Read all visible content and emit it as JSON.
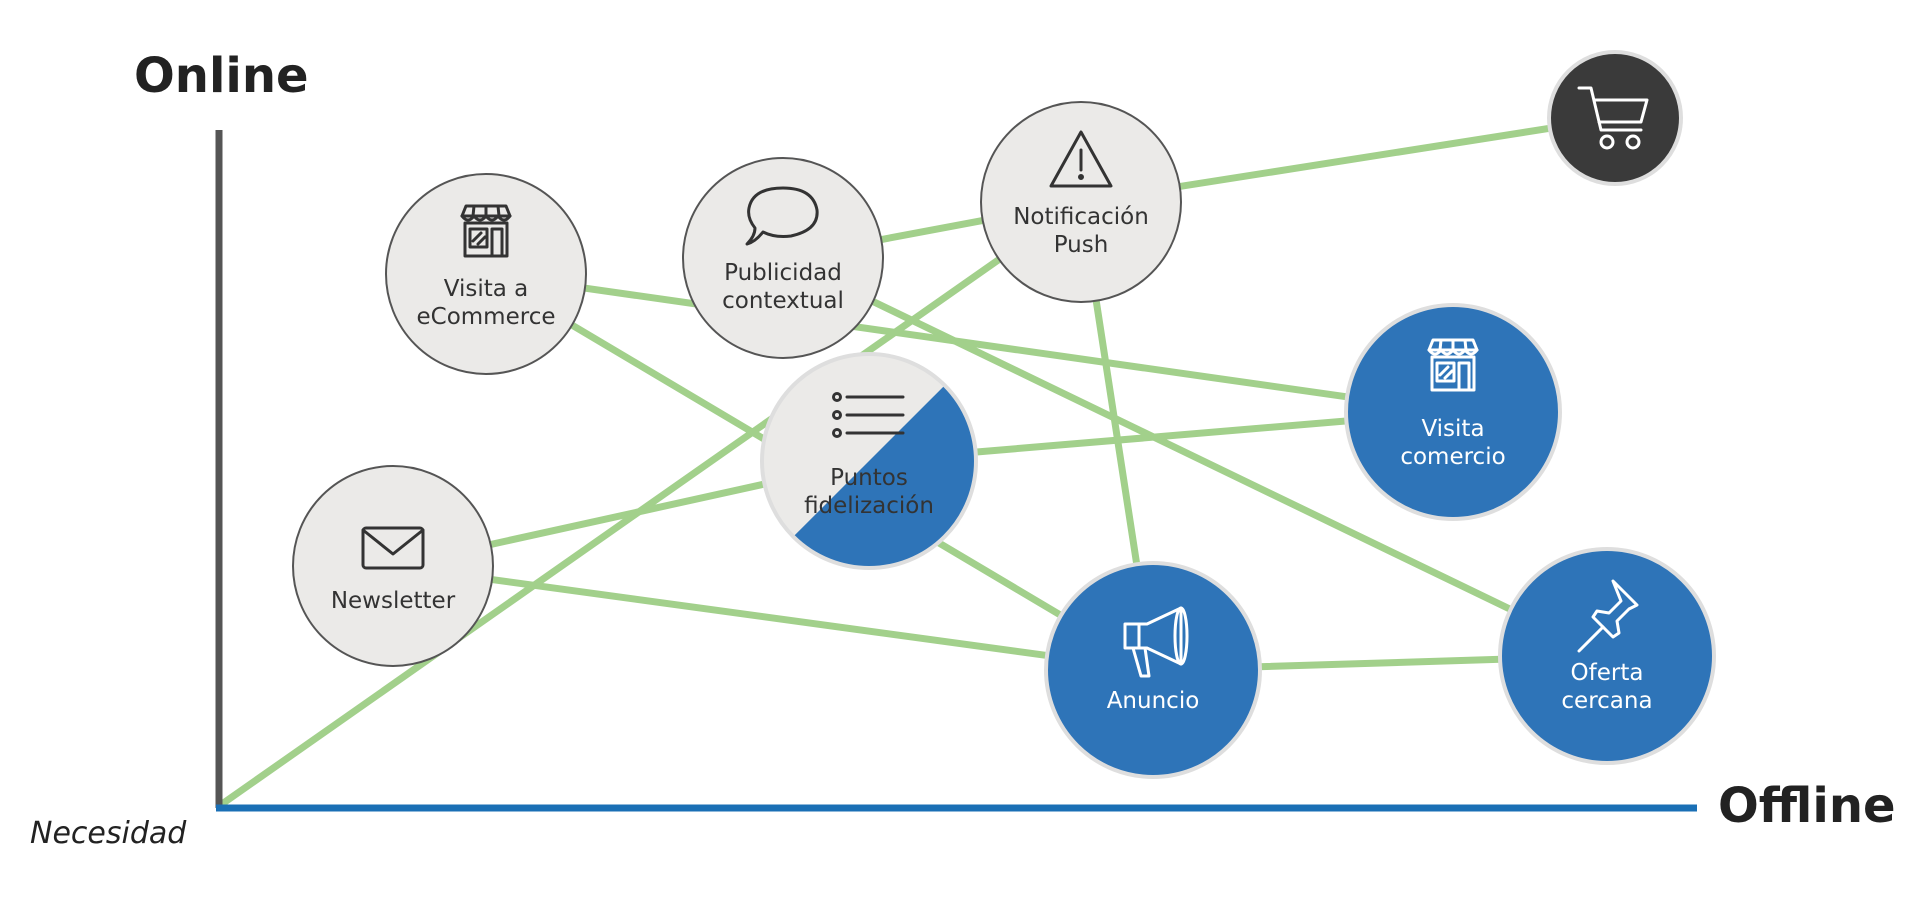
{
  "labels": {
    "y_axis": "Online",
    "x_axis": "Offline",
    "origin": "Necesidad"
  },
  "colors": {
    "grey_node_fill": "#ebeae8",
    "grey_node_stroke": "#555555",
    "blue_node_fill": "#2e74b8",
    "blue_node_stroke": "#dedede",
    "dark_node_fill": "#3a3a3a",
    "connector": "#a2d08b",
    "y_axis_line": "#555555",
    "x_axis_line": "#1a6fb5"
  },
  "nodes": [
    {
      "id": "visita-ecommerce",
      "lines": [
        "Visita a",
        "eCommerce"
      ],
      "icon": "storefront-icon",
      "style": "grey"
    },
    {
      "id": "publicidad-contextual",
      "lines": [
        "Publicidad",
        "contextual"
      ],
      "icon": "speech-bubble-icon",
      "style": "grey"
    },
    {
      "id": "notificacion-push",
      "lines": [
        "Notificación",
        "Push"
      ],
      "icon": "warning-icon",
      "style": "grey"
    },
    {
      "id": "carrito",
      "lines": [],
      "icon": "shopping-cart-icon",
      "style": "dark"
    },
    {
      "id": "puntos-fidelizacion",
      "lines": [
        "Puntos",
        "fidelización"
      ],
      "icon": "list-icon",
      "style": "half"
    },
    {
      "id": "visita-comercio",
      "lines": [
        "Visita",
        "comercio"
      ],
      "icon": "storefront-icon",
      "style": "blue"
    },
    {
      "id": "newsletter",
      "lines": [
        "Newsletter"
      ],
      "icon": "envelope-icon",
      "style": "grey"
    },
    {
      "id": "anuncio",
      "lines": [
        "Anuncio"
      ],
      "icon": "megaphone-icon",
      "style": "blue"
    },
    {
      "id": "oferta-cercana",
      "lines": [
        "Oferta",
        "cercana"
      ],
      "icon": "pushpin-icon",
      "style": "blue"
    }
  ],
  "connections": [
    [
      "origin",
      "notificacion-push"
    ],
    [
      "notificacion-push",
      "carrito"
    ],
    [
      "publicidad-contextual",
      "notificacion-push"
    ],
    [
      "visita-ecommerce",
      "visita-comercio"
    ],
    [
      "visita-ecommerce",
      "anuncio"
    ],
    [
      "publicidad-contextual",
      "oferta-cercana"
    ],
    [
      "notificacion-push",
      "anuncio"
    ],
    [
      "newsletter",
      "puntos-fidelizacion"
    ],
    [
      "newsletter",
      "anuncio"
    ],
    [
      "puntos-fidelizacion",
      "visita-comercio"
    ],
    [
      "anuncio",
      "oferta-cercana"
    ]
  ]
}
